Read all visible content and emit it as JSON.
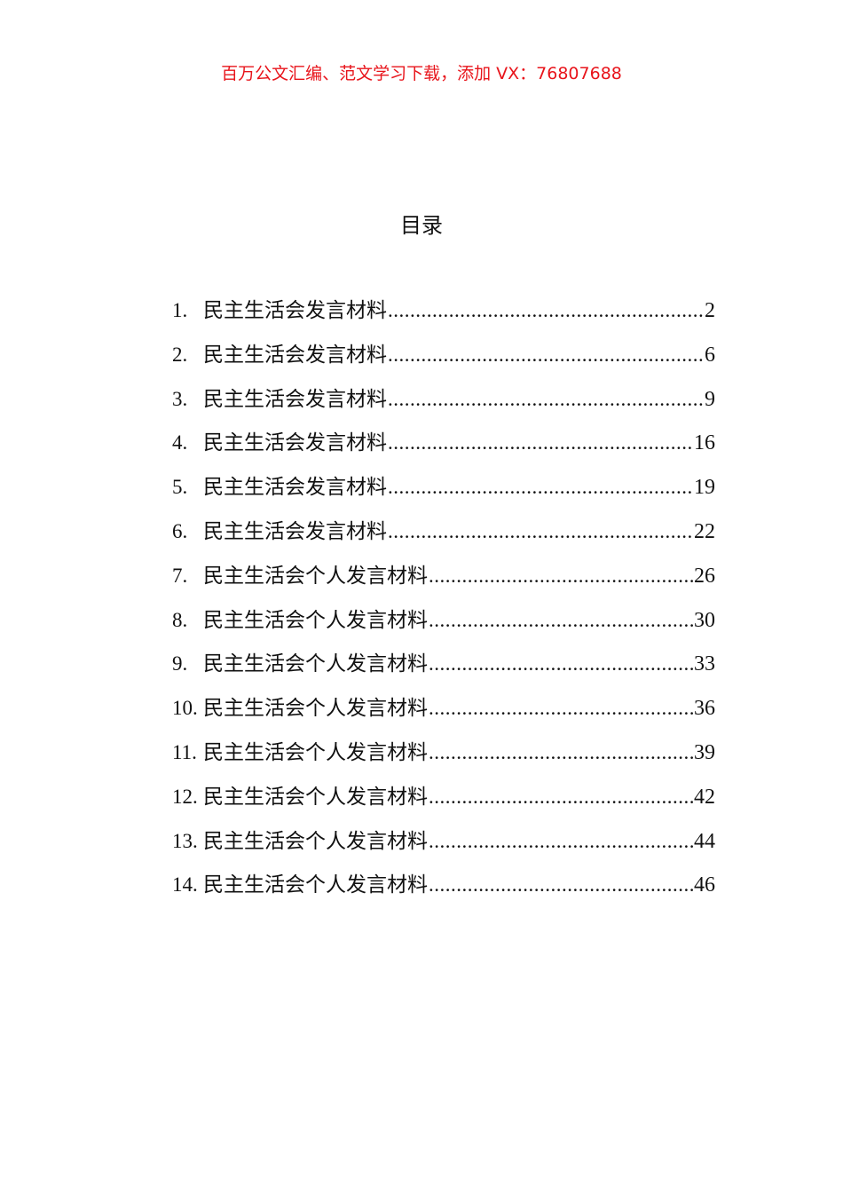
{
  "header_note": "百万公文汇编、范文学习下载，添加 VX：76807688",
  "colors": {
    "header_note": "#e8141b",
    "text": "#111111"
  },
  "toc": {
    "title": "目录",
    "entries": [
      {
        "num": "1.",
        "label": "民主生活会发言材料",
        "page": "2"
      },
      {
        "num": "2.",
        "label": "民主生活会发言材料",
        "page": "6"
      },
      {
        "num": "3.",
        "label": "民主生活会发言材料",
        "page": "9"
      },
      {
        "num": "4.",
        "label": "民主生活会发言材料",
        "page": "16"
      },
      {
        "num": "5.",
        "label": "民主生活会发言材料",
        "page": "19"
      },
      {
        "num": "6.",
        "label": "民主生活会发言材料",
        "page": "22"
      },
      {
        "num": "7.",
        "label": "民主生活会个人发言材料",
        "page": "26"
      },
      {
        "num": "8.",
        "label": "民主生活会个人发言材料",
        "page": "30"
      },
      {
        "num": "9.",
        "label": "民主生活会个人发言材料",
        "page": "33"
      },
      {
        "num": "10.",
        "label": "民主生活会个人发言材料",
        "page": "36"
      },
      {
        "num": "11.",
        "label": "民主生活会个人发言材料",
        "page": "39"
      },
      {
        "num": "12.",
        "label": "民主生活会个人发言材料",
        "page": "42"
      },
      {
        "num": "13.",
        "label": "民主生活会个人发言材料",
        "page": "44"
      },
      {
        "num": "14.",
        "label": "民主生活会个人发言材料",
        "page": "46"
      }
    ]
  }
}
